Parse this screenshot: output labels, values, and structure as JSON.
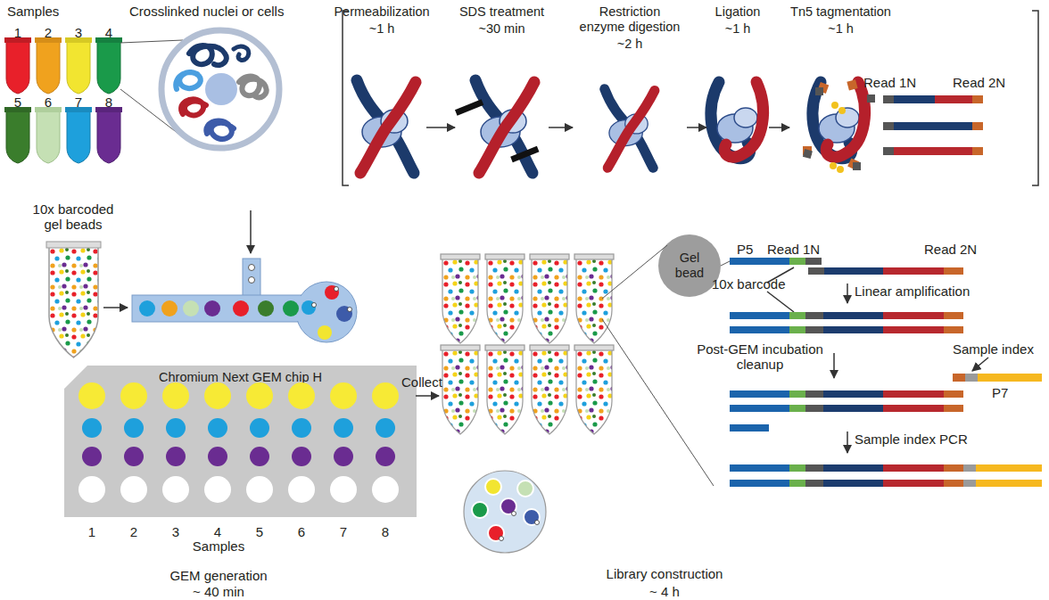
{
  "diagram": {
    "nodes": [
      {
        "text": [
          "Permeabilization",
          "~1 h"
        ]
      },
      {
        "text": [
          "SDS treatment",
          "~30 min"
        ]
      },
      {
        "text": [
          "Restriction enzyme digestion",
          "~2 h"
        ]
      },
      {
        "text": [
          "Ligation",
          "~1 h"
        ]
      },
      {
        "text": [
          "Tn5 tagmentation",
          "~1 h"
        ]
      },
      {
        "text": [
          "Gel bead"
        ]
      },
      {
        "text": [
          "Chromium Next GEM chip H"
        ]
      }
    ],
    "edges": [
      {
        "from": 0,
        "to": 1,
        "arrow": "to"
      },
      {
        "from": 1,
        "to": 2,
        "arrow": "to"
      },
      {
        "from": 2,
        "to": 3,
        "arrow": "to"
      },
      {
        "from": 3,
        "to": 4,
        "arrow": "to"
      }
    ],
    "labels": [
      "Samples",
      "1",
      "2",
      "3",
      "4",
      "5",
      "6",
      "7",
      "8",
      "10x barcoded gel beads",
      "Crosslinked nuclei or cells",
      "Read 1N",
      "Read 2N",
      "1",
      "2",
      "3",
      "4",
      "5",
      "6",
      "7",
      "8",
      "Samples",
      "GEM generation",
      "~ 40 min",
      "Collect",
      "Library construction",
      "~ 4 h",
      "P5",
      "Read 1N",
      "Read 2N",
      "10x barcode",
      "Linear amplification",
      "Post-GEM incubation cleanup",
      "Sample index",
      "P7",
      "Sample index PCR"
    ]
  }
}
